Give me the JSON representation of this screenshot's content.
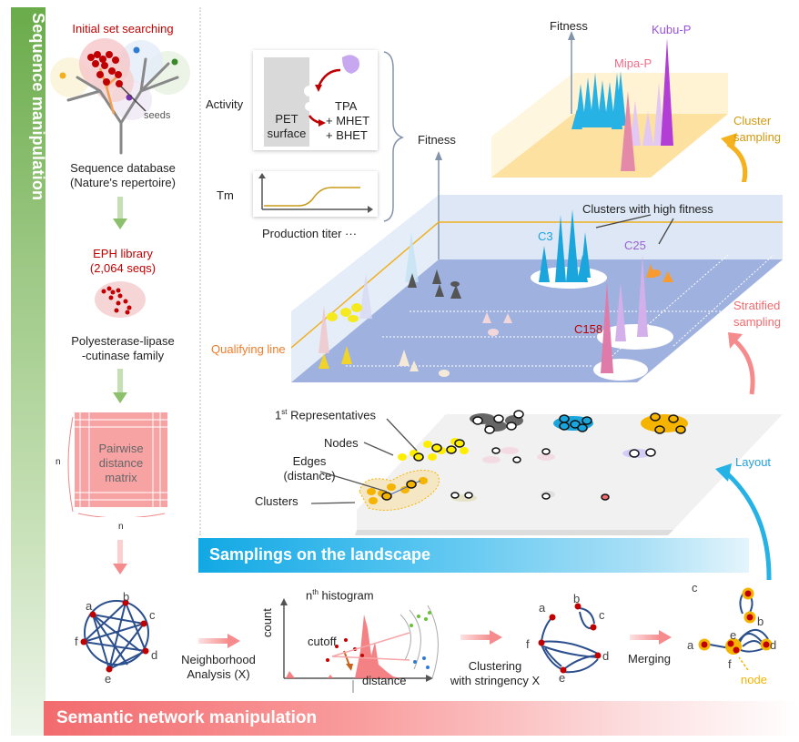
{
  "side_banner": {
    "title": "Sequence manipulation",
    "color": "#6aab4a"
  },
  "bottom_banner": {
    "title": "Semantic network manipulation",
    "color": "#f26b6e"
  },
  "mid_banner": {
    "title": "Samplings on the landscape",
    "color": "#12a8e4"
  },
  "sequence_panel": {
    "initial_search": "Initial set searching",
    "seeds_label": "seeds",
    "database_line1": "Sequence database",
    "database_line2": "(Nature's repertoire)",
    "library_line1": "EPH library",
    "library_line2": "(2,064 seqs)",
    "family_line1": "Polyesterase-lipase",
    "family_line2": "-cutinase family",
    "matrix_line1": "Pairwise",
    "matrix_line2": "distance",
    "matrix_line3": "matrix",
    "matrix_dim_rows": "n",
    "matrix_dim_cols": "n"
  },
  "fitness_panel": {
    "activity_label": "Activity",
    "pet_line1": "PET",
    "pet_line2": "surface",
    "products": [
      "TPA",
      "+ MHET",
      "+ BHET"
    ],
    "tm_label": "Tm",
    "production_label": "Production titer ···",
    "fitness_label": "Fitness"
  },
  "landscape": {
    "fitness_axis": "Fitness",
    "qualifying_line": "Qualifying line",
    "clusters_high_fitness": "Clusters with high fitness",
    "cluster_labels": {
      "c3": "C3",
      "c25": "C25",
      "c158": "C158"
    },
    "stratified_line1": "Stratified",
    "stratified_line2": "sampling",
    "cluster_sampling_line1": "Cluster",
    "cluster_sampling_line2": "sampling",
    "top_fitness": "Fitness",
    "mipa": "Mipa-P",
    "kubu": "Kubu-P",
    "layout_label": "Layout"
  },
  "network_plane": {
    "representatives": "Representatives",
    "representatives_prefix": "1",
    "representatives_sup": "st",
    "nodes": "Nodes",
    "edges_line1": "Edges",
    "edges_line2": "(distance)",
    "clusters": "Clusters"
  },
  "network_steps": {
    "node_letters": [
      "a",
      "b",
      "c",
      "d",
      "e",
      "f"
    ],
    "neighborhood_line1": "Neighborhood",
    "neighborhood_line2": "Analysis (X)",
    "histogram_prefix": "n",
    "histogram_sup": "th",
    "histogram_title": "histogram",
    "count_label": "count",
    "cutoff_label": "cutoff",
    "distance_label": "distance",
    "clustering_line1": "Clustering",
    "clustering_line2": "with stringency X",
    "merging_label": "Merging",
    "node_label": "node"
  }
}
